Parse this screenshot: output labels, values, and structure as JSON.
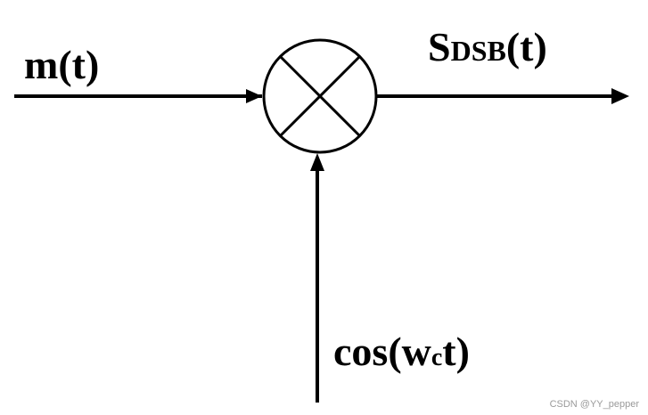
{
  "diagram": {
    "input_signal": "m(t)",
    "output_signal": {
      "main": "S",
      "subscript": "DSB",
      "suffix": "(t)"
    },
    "carrier_signal": {
      "prefix": "cos(w",
      "subscript": "c",
      "suffix": "t)"
    },
    "mixer_symbol": "multiplier",
    "watermark": "CSDN @YY_pepper"
  },
  "colors": {
    "stroke": "#000000",
    "background": "#ffffff",
    "watermark": "#9a9a9a"
  }
}
